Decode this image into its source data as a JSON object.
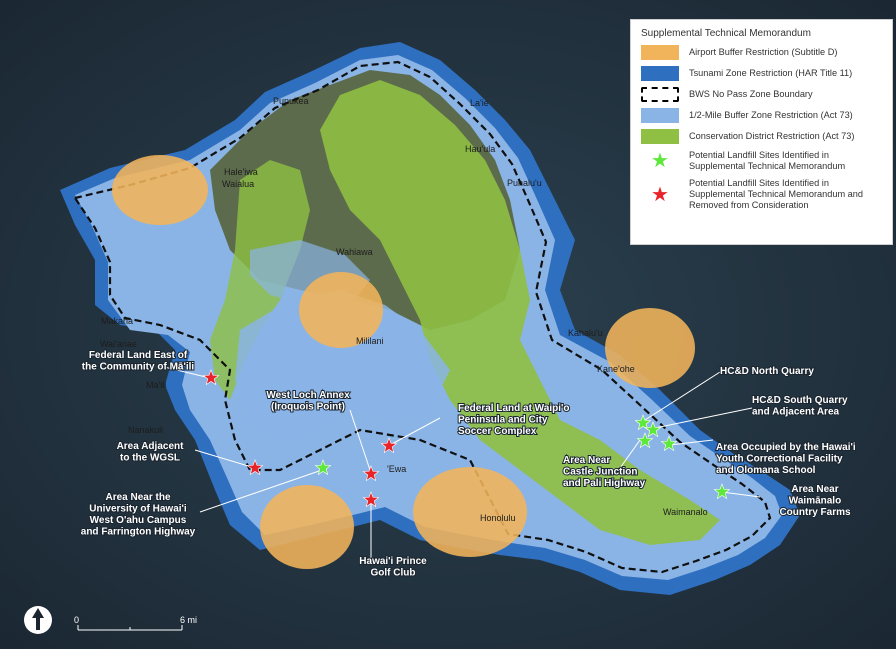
{
  "legend": {
    "title": "Supplemental Technical Memorandum",
    "items": [
      {
        "label": "Airport Buffer Restriction (Subtitle D)",
        "color": "#f2b45a"
      },
      {
        "label": "Tsunami Zone Restriction (HAR Title 11)",
        "color": "#2f6fc0"
      },
      {
        "label": "BWS No Pass Zone Boundary",
        "color": "#000000"
      },
      {
        "label": "1/2-Mile Buffer Zone Restriction (Act 73)",
        "color": "#8ab4e6"
      },
      {
        "label": "Conservation District Restriction (Act 73)",
        "color": "#8fc043"
      },
      {
        "label": "Potential Landfill Sites Identified in Supplemental Technical Memorandum",
        "color": "#5ee83a"
      },
      {
        "label": "Potential Landfill Sites Identified in Supplemental Technical Memorandum and Removed from Consideration",
        "color": "#e8242a"
      }
    ]
  },
  "places": [
    "Pupukea",
    "La'ie",
    "Hau'ula",
    "Punalu'u",
    "Hale'iwa",
    "Waialua",
    "Wahiawa",
    "Makaha",
    "Wai'anae",
    "Mililani",
    "Ma'ili",
    "Kahalu'u",
    "Kane'ohe",
    "Nanakuli",
    "'Ewa",
    "Honolulu",
    "Waimanalo"
  ],
  "callouts": {
    "federal_maili": [
      "Federal Land East of",
      "the Community of Mā'ili"
    ],
    "west_loch": [
      "West Loch Annex",
      "(Iroquois Point)"
    ],
    "federal_waipio": [
      "Federal Land at Waipi'o",
      "Peninsula and City",
      "Soccer Complex"
    ],
    "hcd_north": [
      "HC&D North Quarry"
    ],
    "hcd_south": [
      "HC&D South Quarry",
      "and Adjacent Area"
    ],
    "castle": [
      "Area Near",
      "Castle Junction",
      "and Pali Highway"
    ],
    "wgsl": [
      "Area Adjacent",
      "to the WGSL"
    ],
    "uh_west": [
      "Area Near the",
      "University of Hawai'i",
      "West O'ahu Campus",
      "and Farrington Highway"
    ],
    "youth_facility": [
      "Area Occupied by the Hawai'i",
      "Youth Correctional Facility",
      "and Olomana School"
    ],
    "waimanalo_farms": [
      "Area Near",
      "Waimānalo",
      "Country Farms"
    ],
    "prince_golf": [
      "Hawai'i Prince",
      "Golf Club"
    ]
  },
  "scale": {
    "start": "0",
    "end": "6 mi"
  }
}
